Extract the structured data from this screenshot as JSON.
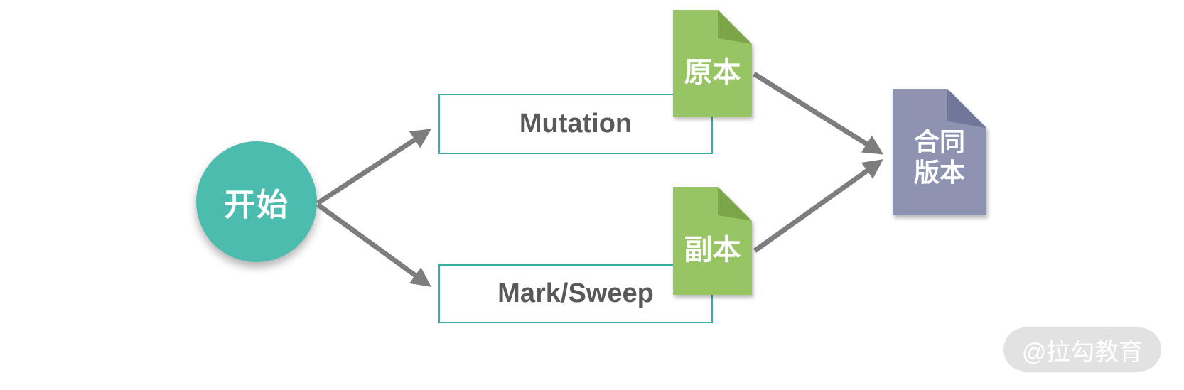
{
  "diagram": {
    "title_hint": "gc-flow-diagram",
    "start": {
      "label": "开始",
      "fill": "#4CBCAF",
      "text_color": "#FFFFFF"
    },
    "branches": [
      {
        "box_label": "Mutation",
        "doc_label": "原本"
      },
      {
        "box_label": "Mark/Sweep",
        "doc_label": "副本"
      }
    ],
    "result_doc": {
      "label_lines": [
        "合同",
        "版本"
      ],
      "fill": "#8E93B1",
      "fold_color": "#71779A"
    },
    "doc_fill": "#98C564",
    "doc_fold_color": "#7CA449",
    "box_border_color": "#38ADA5",
    "box_text_color": "#595959",
    "arrow_color": "#7D7D7D",
    "watermark": {
      "label": "@拉勾教育",
      "bg": "#E2E2E2",
      "text_color": "#FFFFFF"
    }
  }
}
